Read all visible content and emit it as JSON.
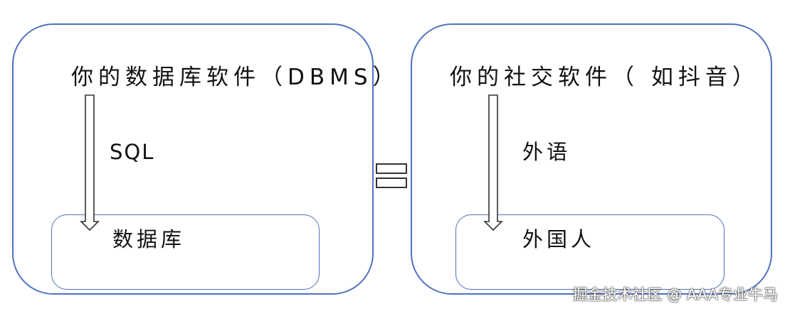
{
  "left": {
    "title": "你的数据库软件（DBMS）",
    "arrow_label": "SQL",
    "target": "数据库"
  },
  "right": {
    "title": "你的社交软件（ 如抖音）",
    "arrow_label": "外语",
    "target": "外国人"
  },
  "watermark": "掘金技术社区 @ AAA专业牛马",
  "colors": {
    "border": "#4f72c0",
    "arrow": "#333333",
    "text": "#111111"
  }
}
